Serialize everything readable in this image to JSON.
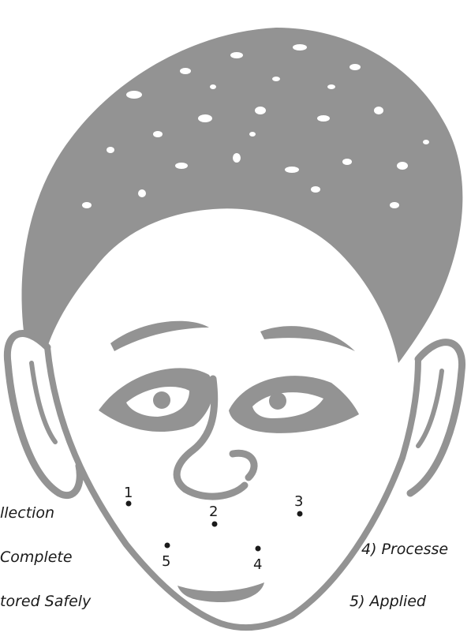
{
  "points": [
    {
      "number": "1"
    },
    {
      "number": "2"
    },
    {
      "number": "3"
    },
    {
      "number": "4"
    },
    {
      "number": "5"
    }
  ],
  "labels": [
    "llection",
    "Complete",
    "tored Safely",
    "4) Processe",
    "5) Applied"
  ],
  "colors": {
    "fill": "#939393",
    "text": "#1a1a1a",
    "background": "#ffffff"
  }
}
